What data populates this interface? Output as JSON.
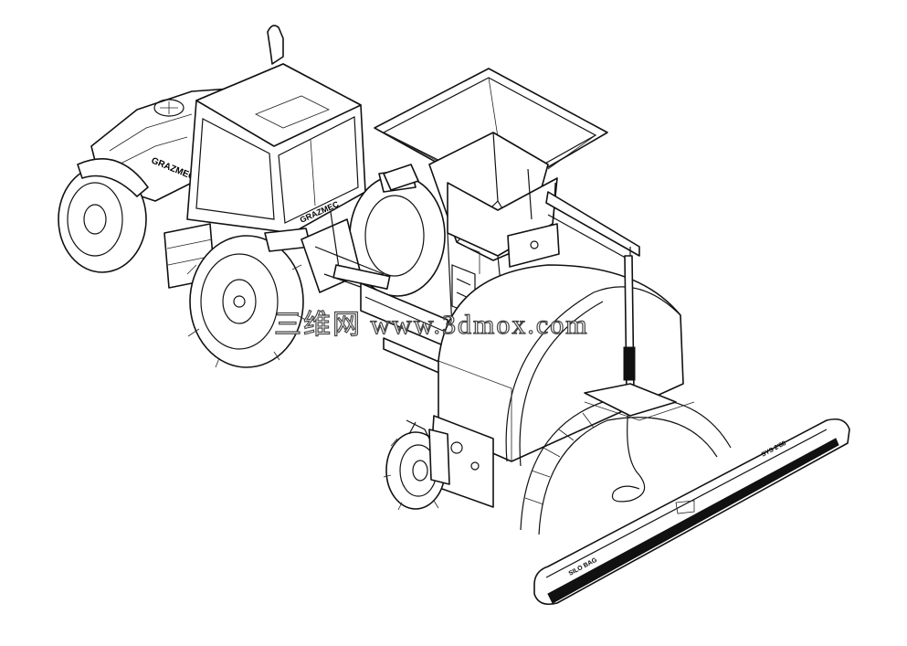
{
  "drawing": {
    "brand_cab": "GRAZMEC",
    "brand_hood": "GRAZMEC",
    "label_bag": "SILO BAG",
    "label_bar": "SYS 2'88"
  },
  "watermark": {
    "text": "三维网 www.3dmox.com"
  },
  "colors": {
    "line": "#111111",
    "background": "#ffffff"
  }
}
